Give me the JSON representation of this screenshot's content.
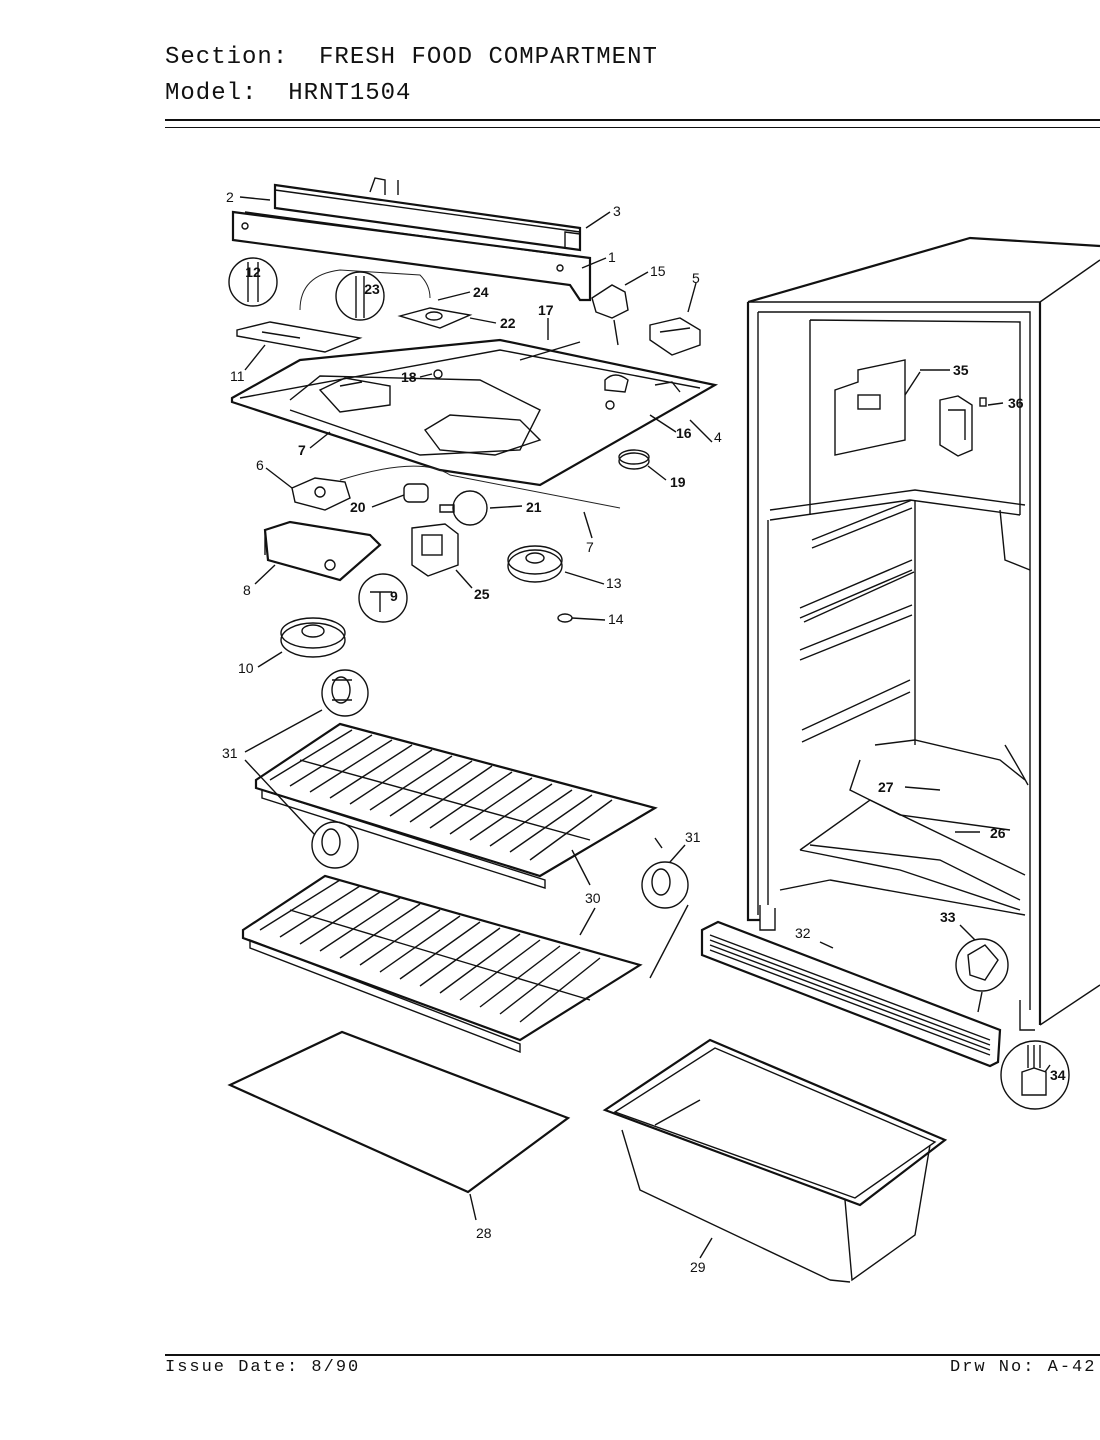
{
  "header": {
    "section_label": "Section:",
    "section_value": "FRESH FOOD COMPARTMENT",
    "model_label": "Model:",
    "model_value": "HRNT1504"
  },
  "footer": {
    "issue_date": "Issue Date: 8/90",
    "drawing_no": "Drw No: A-42"
  },
  "callouts": {
    "c1": "1",
    "c2": "2",
    "c3": "3",
    "c4": "4",
    "c5": "5",
    "c6": "6",
    "c7a": "7",
    "c7b": "7",
    "c8": "8",
    "c9": "9",
    "c10": "10",
    "c11": "11",
    "c12": "12",
    "c13": "13",
    "c14": "14",
    "c15": "15",
    "c16": "16",
    "c17": "17",
    "c18": "18",
    "c19": "19",
    "c20": "20",
    "c21": "21",
    "c22": "22",
    "c23": "23",
    "c24": "24",
    "c25": "25",
    "c26": "26",
    "c27": "27",
    "c28": "28",
    "c29": "29",
    "c30": "30",
    "c31a": "31",
    "c31b": "31",
    "c32": "32",
    "c33": "33",
    "c34": "34",
    "c35": "35",
    "c36": "36"
  }
}
